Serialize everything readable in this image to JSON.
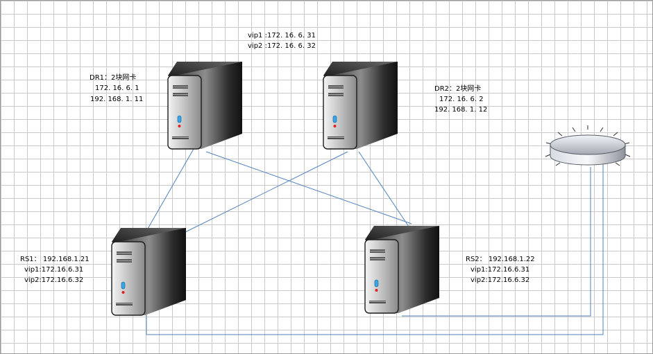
{
  "vip_labels": {
    "vip1": "vip1 :172. 16. 6. 31",
    "vip2": "vip2 :172. 16. 6. 32"
  },
  "dr1": {
    "title": "DR1：2块网卡",
    "ip1": "172. 16. 6. 1",
    "ip2": "192. 168. 1. 11"
  },
  "dr2": {
    "title": "DR2：2块网卡",
    "ip1": "172. 16. 6. 2",
    "ip2": "192. 168. 1. 12"
  },
  "rs1": {
    "title": "RS1：  192.168.1.21",
    "vip1": "vip1:172.16.6.31",
    "vip2": "vip2:172.16.6.32"
  },
  "rs2": {
    "title": "RS2：  192.168.1.22",
    "vip1": "vip1:172.16.6.31",
    "vip2": "vip2:172.16.6.32"
  },
  "colors": {
    "link": "#4f81bd",
    "grid": "#c9c9c9"
  }
}
